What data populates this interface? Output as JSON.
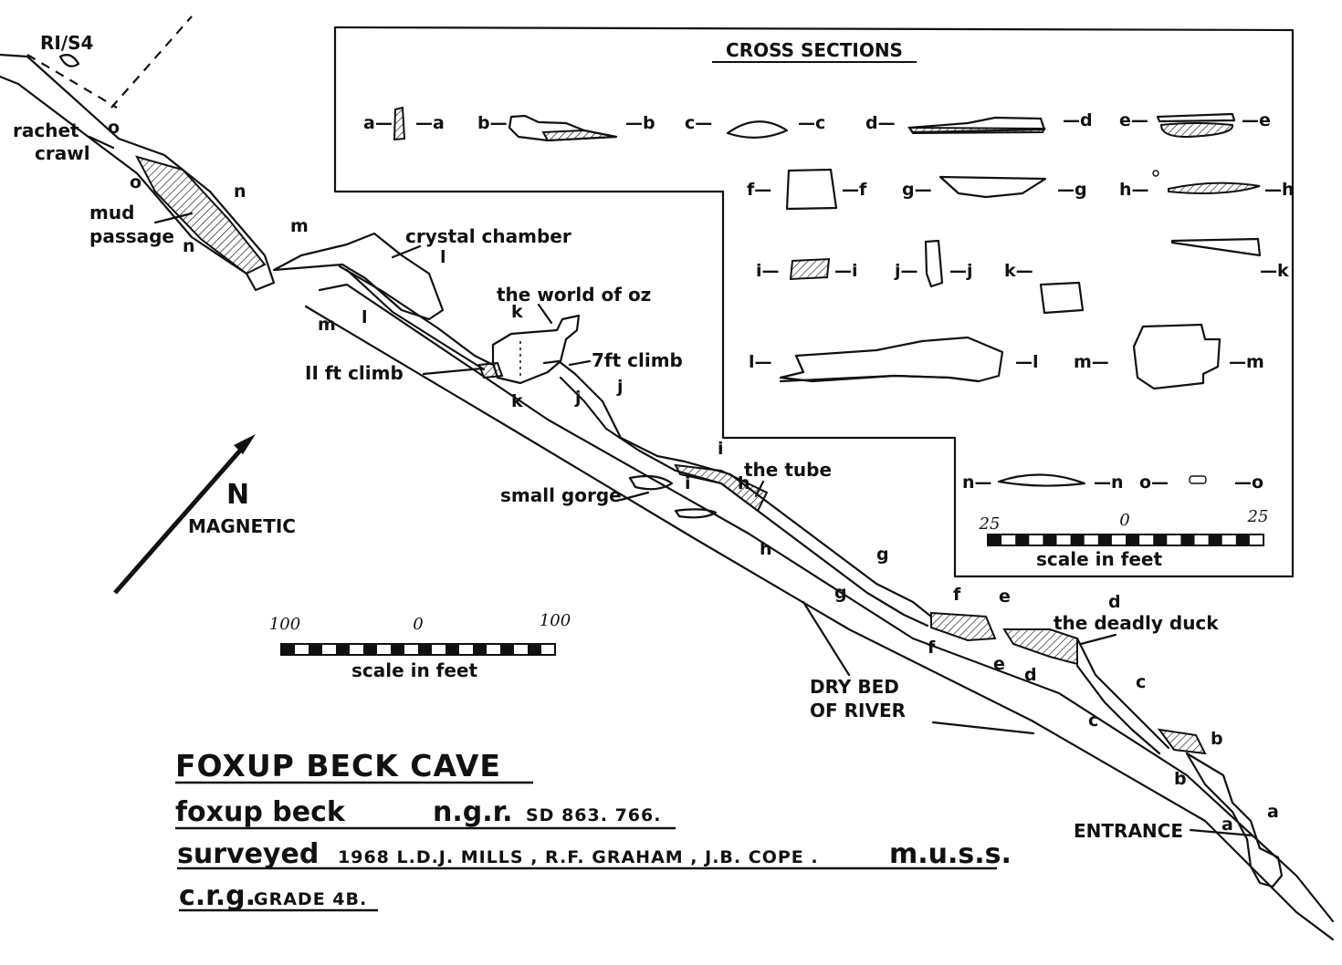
{
  "title": "FOXUP BECK CAVE",
  "location_label": "foxup beck",
  "ngr_label": "n.g.r.",
  "ngr_value": "SD 863. 766.",
  "surveyed_label": "surveyed",
  "surveyed_value": "1968 L.D.J. MILLS ,  R.F. GRAHAM ,  J.B. COPE .",
  "club": "m.u.s.s.",
  "grade_label": "c.r.g.",
  "grade_value": "GRADE 4B.",
  "north": {
    "letter": "N",
    "label": "MAGNETIC"
  },
  "main_scale": {
    "left": "100",
    "center": "0",
    "right": "100",
    "caption": "scale in feet"
  },
  "cross_sections": {
    "heading": "CROSS SECTIONS",
    "scale": {
      "left": "25",
      "center": "0",
      "right": "25",
      "caption": "scale in feet"
    },
    "items": [
      "a",
      "b",
      "c",
      "d",
      "e",
      "f",
      "g",
      "h",
      "i",
      "j",
      "k",
      "l",
      "m",
      "n",
      "o"
    ]
  },
  "features": {
    "r1s4": "RI/S4",
    "rachet_crawl_1": "rachet",
    "rachet_crawl_2": "crawl",
    "mud_passage_1": "mud",
    "mud_passage_2": "passage",
    "crystal_chamber": "crystal chamber",
    "world_of_oz": "the world of oz",
    "climb_11ft": "II ft  climb",
    "climb_7ft": "7ft climb",
    "small_gorge": "small gorge",
    "the_tube": "the tube",
    "deadly_duck": "the deadly duck",
    "dry_bed_1": "DRY BED",
    "dry_bed_2": "OF  RIVER",
    "entrance": "ENTRANCE"
  },
  "colors": {
    "ink": "#111111",
    "paper": "#ffffff"
  }
}
